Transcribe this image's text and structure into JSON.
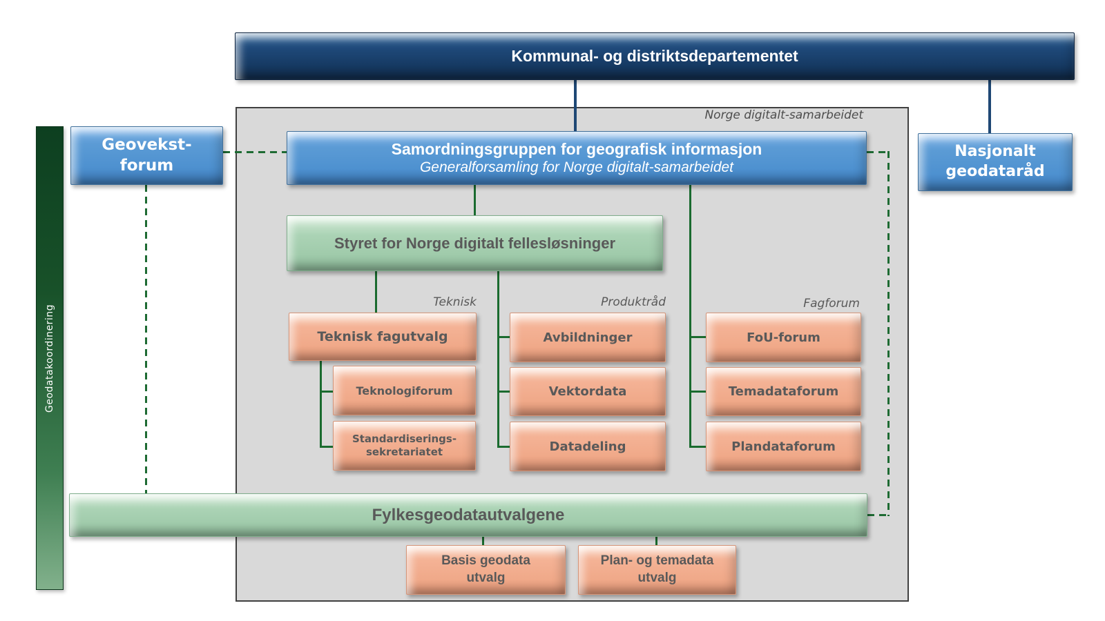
{
  "ministry": {
    "label": "Kommunal- og distriktsdepartementet"
  },
  "norge_digitalt": {
    "frame_label": "Norge digitalt-samarbeidet",
    "samordningsgruppen": {
      "title": "Samordningsgruppen for geografisk informasjon",
      "subtitle": "Generalforsamling for Norge digitalt-samarbeidet"
    },
    "styret": {
      "label": "Styret for Norge digitalt fellesløsninger"
    },
    "teknisk": {
      "heading": "Teknisk",
      "lead": "Teknisk fagutvalg",
      "children": [
        "Teknologiforum",
        "Standardiserings-\nsekretariatet"
      ]
    },
    "produktrad": {
      "heading": "Produktråd",
      "items": [
        "Avbildninger",
        "Vektordata",
        "Datadeling"
      ]
    },
    "fagforum": {
      "heading": "Fagforum",
      "items": [
        "FoU-forum",
        "Temadataforum",
        "Plandataforum"
      ]
    },
    "fylkesgeodatautvalgene": {
      "label": "Fylkesgeodatautvalgene"
    },
    "utvalg": {
      "basis": "Basis geodata\nutvalg",
      "plan_tema": "Plan- og temadata\nutvalg"
    }
  },
  "geovekst_forum": {
    "label": "Geovekst-\nforum"
  },
  "nasjonalt_geodatarad": {
    "label": "Nasjonalt\ngeodataråd"
  },
  "geodatakoordinering": {
    "label": "Geodatakoordinering"
  },
  "colors": {
    "ministry_navy": "#16365c",
    "blue_box": "#5b9bd5",
    "green_box": "#a9d1b3",
    "orange_box": "#f2b095",
    "frame_fill": "#d9d9d9",
    "connector_green": "#1a6b2f",
    "connector_navy": "#1f4875",
    "sidebar_green": "#14522a",
    "box_text_gray": "#595959"
  }
}
